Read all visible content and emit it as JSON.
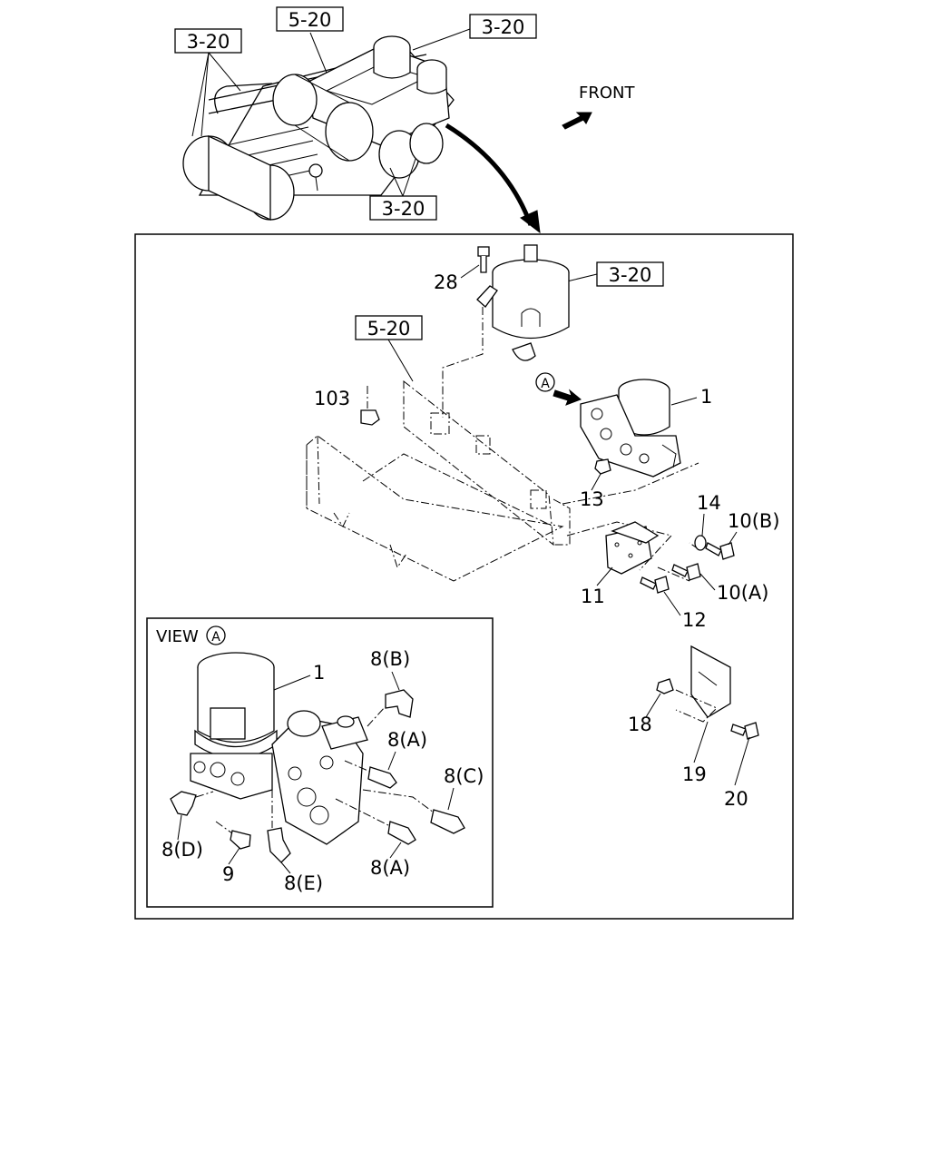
{
  "direction_label": "FRONT",
  "refs": {
    "r_5_20_top": "5-20",
    "r_3_20_topleft": "3-20",
    "r_3_20_topright": "3-20",
    "r_3_20_bottom": "3-20",
    "r_3_20_inner": "3-20",
    "r_5_20_inner": "5-20"
  },
  "parts": {
    "p28": "28",
    "p103": "103",
    "p1_main": "1",
    "p13": "13",
    "p14": "14",
    "p10b": "10(B)",
    "p10a": "10(A)",
    "p11": "11",
    "p12": "12",
    "p18": "18",
    "p19": "19",
    "p20": "20"
  },
  "view_a": {
    "title": "VIEW",
    "marker": "A",
    "p1": "1",
    "p8b": "8(B)",
    "p8a_top": "8(A)",
    "p8c": "8(C)",
    "p8d": "8(D)",
    "p9": "9",
    "p8e": "8(E)",
    "p8a_bottom": "8(A)"
  },
  "callout_marker": "A"
}
